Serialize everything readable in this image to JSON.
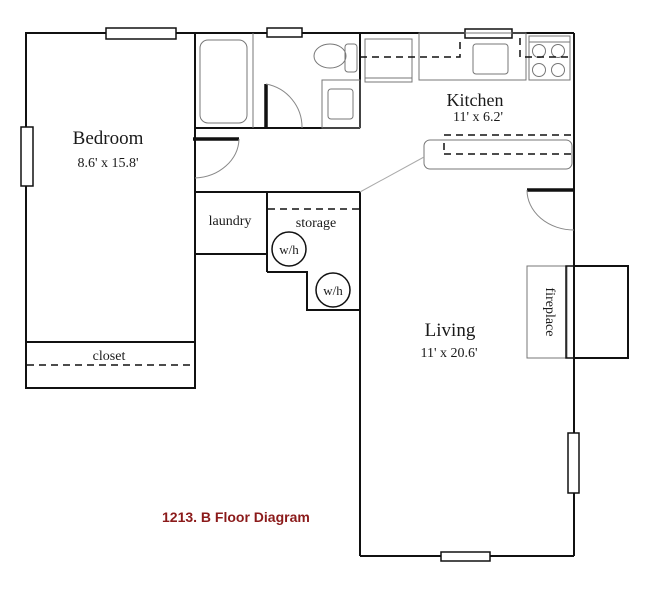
{
  "caption": "1213. B Floor Diagram",
  "colors": {
    "wall": "#111111",
    "fixture": "#777777",
    "caption": "#8b1a1a"
  },
  "rooms": {
    "bedroom": {
      "name": "Bedroom",
      "dimensions": "8.6' x 15.8'"
    },
    "kitchen": {
      "name": "Kitchen",
      "dimensions": "11' x 6.2'"
    },
    "living": {
      "name": "Living",
      "dimensions": "11' x 20.6'"
    },
    "laundry": {
      "name": "laundry"
    },
    "storage": {
      "name": "storage"
    },
    "closet": {
      "name": "closet"
    },
    "fireplace": {
      "name": "fireplace"
    }
  },
  "fixtures": {
    "water_heater_1": "w/h",
    "water_heater_2": "w/h"
  }
}
